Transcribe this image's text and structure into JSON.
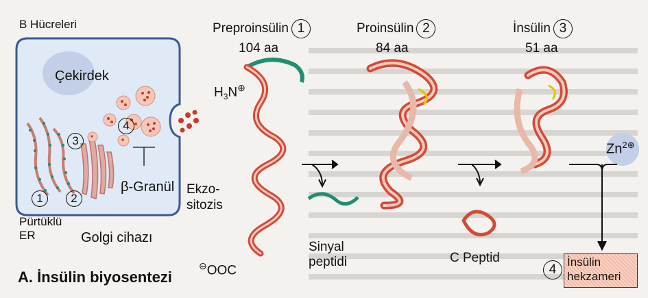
{
  "cell_label": "B Hücreleri",
  "nucleus_label": "Çekirdek",
  "rer_label_line1": "Pürtüklü",
  "rer_label_line2": "ER",
  "golgi_label": "Golgi cihazı",
  "granule_label": "β-Granül",
  "exocytosis_line1": "Ekzo-",
  "exocytosis_line2": "sitozis",
  "cell_steps": [
    "1",
    "2",
    "3",
    "4"
  ],
  "preproinsulin": {
    "name": "Preproinsülin",
    "step": "1",
    "length": "104 aa"
  },
  "proinsulin": {
    "name": "Proinsülin",
    "step": "2",
    "length": "84 aa"
  },
  "insulin": {
    "name": "İnsülin",
    "step": "3",
    "length": "51 aa"
  },
  "n_terminus": {
    "text": "H",
    "sub": "3",
    "suffix": "N",
    "charge": "⊕"
  },
  "c_terminus": {
    "charge": "⊖",
    "text": "OOC"
  },
  "signal_peptide_line1": "Sinyal",
  "signal_peptide_line2": "peptidi",
  "c_peptide_label": "C Peptid",
  "zinc": {
    "text": "Zn",
    "sup": "2⊕"
  },
  "hexamer": {
    "step": "4",
    "line1": "İnsülin",
    "line2": "hekzameri"
  },
  "figure_title": "A. İnsülin biyosentezi",
  "colors": {
    "cell_fill": "#dfeaf6",
    "cell_border": "#3a5a94",
    "nucleus": "#c3cfe6",
    "chain_red": "#d24a3a",
    "chain_pink": "#f2b3a3",
    "signal_green": "#1f8e72"
  }
}
